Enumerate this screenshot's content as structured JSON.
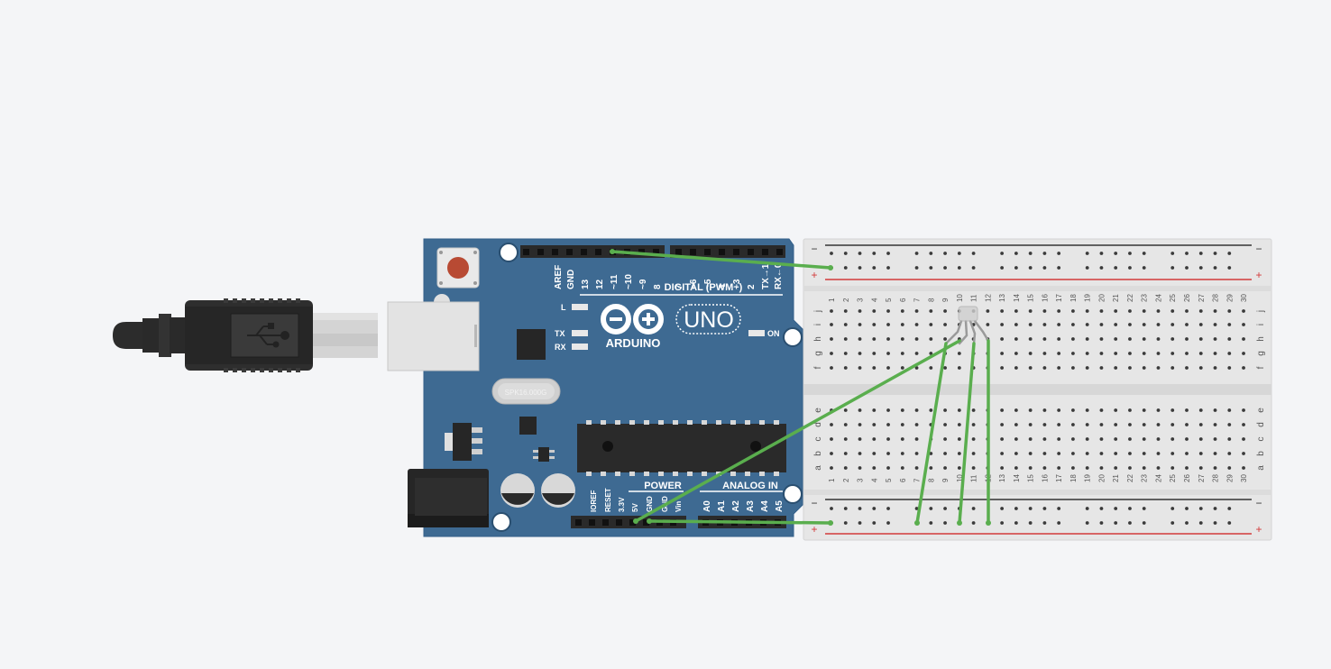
{
  "colors": {
    "background": "#f4f5f7",
    "board": "#3e6a92",
    "board_dark": "#2f5678",
    "header": "#2a2a2a",
    "wire": "#5aae4e",
    "breadboard": "#e6e6e6",
    "rail_plus": "#d23a3a",
    "rail_minus": "#333333",
    "reset": "#b84a33"
  },
  "icons": {
    "usb_symbol": "usb-icon",
    "arduino_logo": "infinity-logo-icon"
  },
  "arduino": {
    "digital_label": "DIGITAL (PWM~)",
    "digital_pins": [
      "AREF",
      "GND",
      "13",
      "12",
      "~11",
      "~10",
      "~9",
      "8",
      "7",
      "~6",
      "~5",
      "4",
      "~3",
      "2",
      "TX→1",
      "RX←0"
    ],
    "brand": "ARDUINO",
    "model": "UNO",
    "led_l": "L",
    "led_tx": "TX",
    "led_rx": "RX",
    "led_on": "ON",
    "crystal": "SPK16.000G",
    "power_label": "POWER",
    "power_pins": [
      "IOREF",
      "RESET",
      "3.3V",
      "5V",
      "GND",
      "GND",
      "Vin"
    ],
    "analog_label": "ANALOG IN",
    "analog_pins": [
      "A0",
      "A1",
      "A2",
      "A3",
      "A4",
      "A5"
    ]
  },
  "breadboard": {
    "rail_minus": "−",
    "rail_plus": "+",
    "columns": [
      "1",
      "2",
      "3",
      "4",
      "5",
      "6",
      "7",
      "8",
      "9",
      "10",
      "11",
      "12",
      "13",
      "14",
      "15",
      "16",
      "17",
      "18",
      "19",
      "20",
      "21",
      "22",
      "23",
      "24",
      "25",
      "26",
      "27",
      "28",
      "29",
      "30"
    ],
    "rows_top": [
      "j",
      "i",
      "h",
      "g",
      "f"
    ],
    "rows_bottom": [
      "e",
      "d",
      "c",
      "b",
      "a"
    ]
  }
}
